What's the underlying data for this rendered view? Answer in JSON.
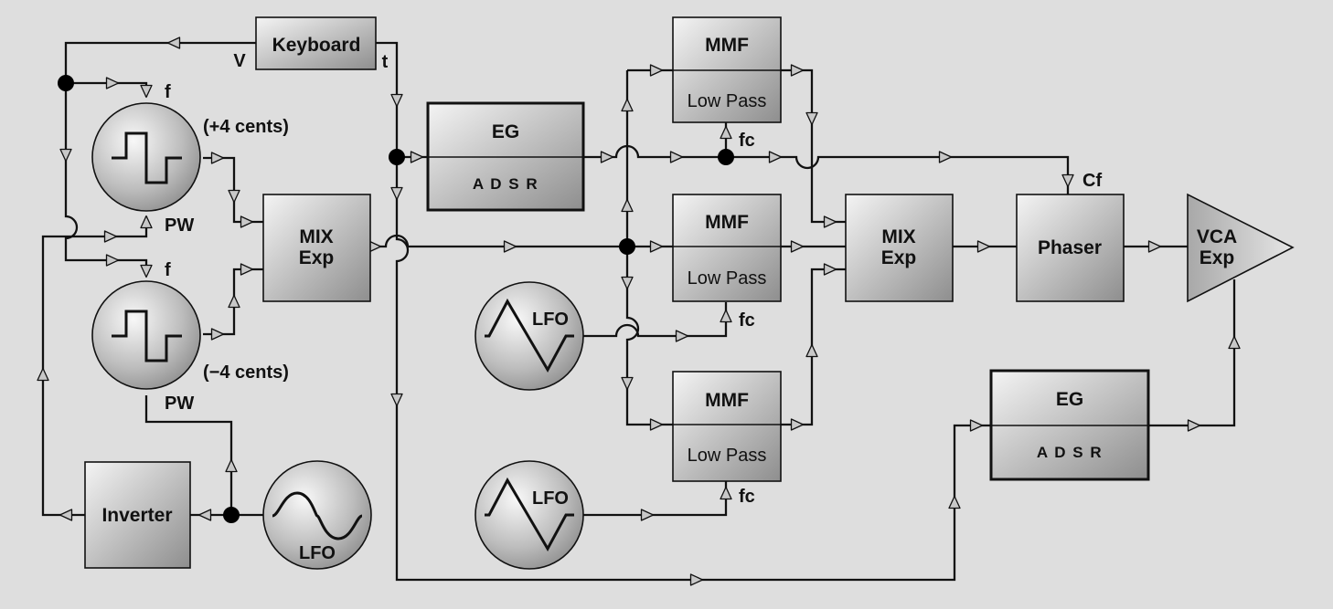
{
  "keyboard": {
    "label": "Keyboard",
    "v_out": "V",
    "t_out": "t"
  },
  "vco_upper": {
    "freq_in": "f",
    "detune": "(+4 cents)",
    "pw_in": "PW"
  },
  "vco_lower": {
    "freq_in": "f",
    "detune": "(−4 cents)",
    "pw_in": "PW"
  },
  "mix_left": {
    "line1": "MIX",
    "line2": "Exp"
  },
  "inverter": {
    "label": "Inverter"
  },
  "lfo_pwm": {
    "label": "LFO"
  },
  "eg_filter": {
    "title": "EG",
    "stages": "A D S R"
  },
  "mmf_top": {
    "title": "MMF",
    "mode": "Low Pass",
    "cutoff_in": "fc"
  },
  "mmf_middle": {
    "title": "MMF",
    "mode": "Low Pass",
    "cutoff_in": "fc"
  },
  "mmf_bottom": {
    "title": "MMF",
    "mode": "Low Pass",
    "cutoff_in": "fc"
  },
  "lfo_middle": {
    "label": "LFO"
  },
  "lfo_bottom": {
    "label": "LFO"
  },
  "mix_right": {
    "line1": "MIX",
    "line2": "Exp"
  },
  "phaser": {
    "label": "Phaser",
    "control_in": "Cf"
  },
  "vca": {
    "line1": "VCA",
    "line2": "Exp"
  },
  "eg_amp": {
    "title": "EG",
    "stages": "A D S R"
  }
}
